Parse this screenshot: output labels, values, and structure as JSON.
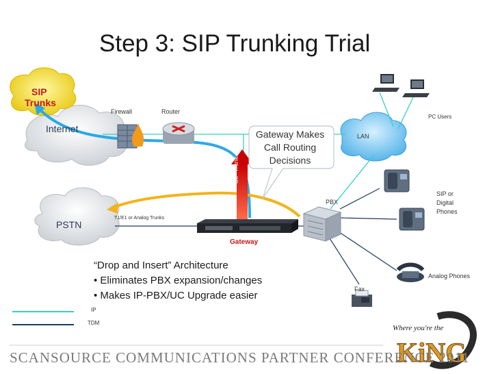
{
  "title": "Step 3: SIP Trunking Trial",
  "clouds": {
    "sip_trunks": [
      "SIP",
      "Trunks"
    ],
    "internet": "Internet",
    "pstn": "PSTN",
    "lan": "LAN"
  },
  "devices": {
    "firewall": "Firewall",
    "router": "Router",
    "pbx": "PBX",
    "gateway": "Gateway",
    "pc_users": "PC Users",
    "sip_digital_phones": [
      "SIP or",
      "Digital",
      "Phones"
    ],
    "analog_phones": "Analog Phones",
    "fax": "Fax"
  },
  "links": {
    "t1e1": "T1/E1 or Analog Trunks",
    "sip_trunk": "SIP Trunk"
  },
  "callout": [
    "Gateway Makes",
    "Call Routing",
    "Decisions"
  ],
  "bullets": {
    "heading": "“Drop and Insert” Architecture",
    "items": [
      "• Eliminates PBX expansion/changes",
      "• Makes IP-PBX/UC Upgrade easier"
    ]
  },
  "legend": {
    "ip": "IP",
    "tdm": "TDM"
  },
  "footer": "SCANSOURCE COMMUNICATIONS PARTNER CONFERENCE 2011",
  "logo": {
    "text_top": "Where you're the",
    "text_main": "KiNG"
  },
  "colors": {
    "ip_line": "#35d0c8",
    "tdm_line": "#1c3a5e",
    "sip_cloud": "#f2e01b",
    "blue_arrow": "#2aa9e6",
    "yellow_arrow": "#f3b31b",
    "red_arrow": "#e01818"
  }
}
